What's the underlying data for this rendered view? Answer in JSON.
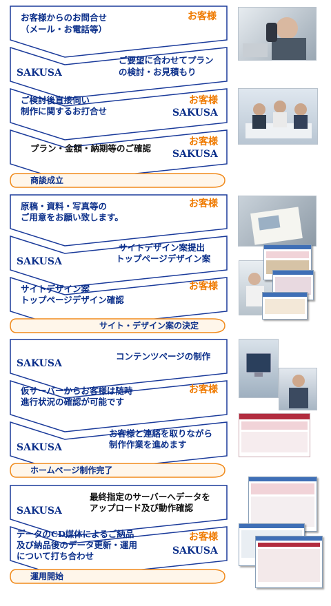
{
  "roles": {
    "customer": "お客様",
    "sakusa": "SAKUSA"
  },
  "steps": [
    {
      "text": "お客様からのお問合せ\n（メール・お電話等）",
      "tag": "お客様"
    },
    {
      "text": "ご要望に合わせてプラン\nの検討・お見積もり",
      "tag": "SAKUSA"
    },
    {
      "text": "ご検討後直接伺い\n制作に関するお打合せ",
      "tag": "お客様 / SAKUSA"
    },
    {
      "text": "プラン・金額・納期等のご確認",
      "tag": "お客様 / SAKUSA"
    },
    {
      "text": "原稿・資料・写真等の\nご用意をお願い致します。",
      "tag": "お客様"
    },
    {
      "text": "サイトデザイン案提出\nトップページデザイン案",
      "tag": "SAKUSA"
    },
    {
      "text": "サイトデザイン案\nトップページデザイン確認",
      "tag": "お客様"
    },
    {
      "text": "コンテンツページの制作",
      "tag": "SAKUSA"
    },
    {
      "text": "仮サーバーからお客様は随時\n進行状況の確認が可能です",
      "tag": "お客様"
    },
    {
      "text": "お客様と連絡を取りながら\n制作作業を進めます",
      "tag": "SAKUSA"
    },
    {
      "text": "最終指定のサーバーへデータを\nアップロード及び動作確認",
      "tag": "SAKUSA"
    },
    {
      "text": "データのCD媒体によるご納品\n及び納品後のデータ更新・運用\nについて打ち合わせ",
      "tag": "お客様 / SAKUSA"
    }
  ],
  "milestones": [
    "商談成立",
    "サイト・デザイン案の決定",
    "ホームページ制作完了",
    "運用開始"
  ],
  "colors": {
    "outline": "#1a3a9a",
    "fill": "#ffffff",
    "customer": "#ef7a00",
    "sakusa": "#0b2f8a",
    "milestone_fill": "#fff6ea",
    "milestone_border": "#f08a1c"
  }
}
